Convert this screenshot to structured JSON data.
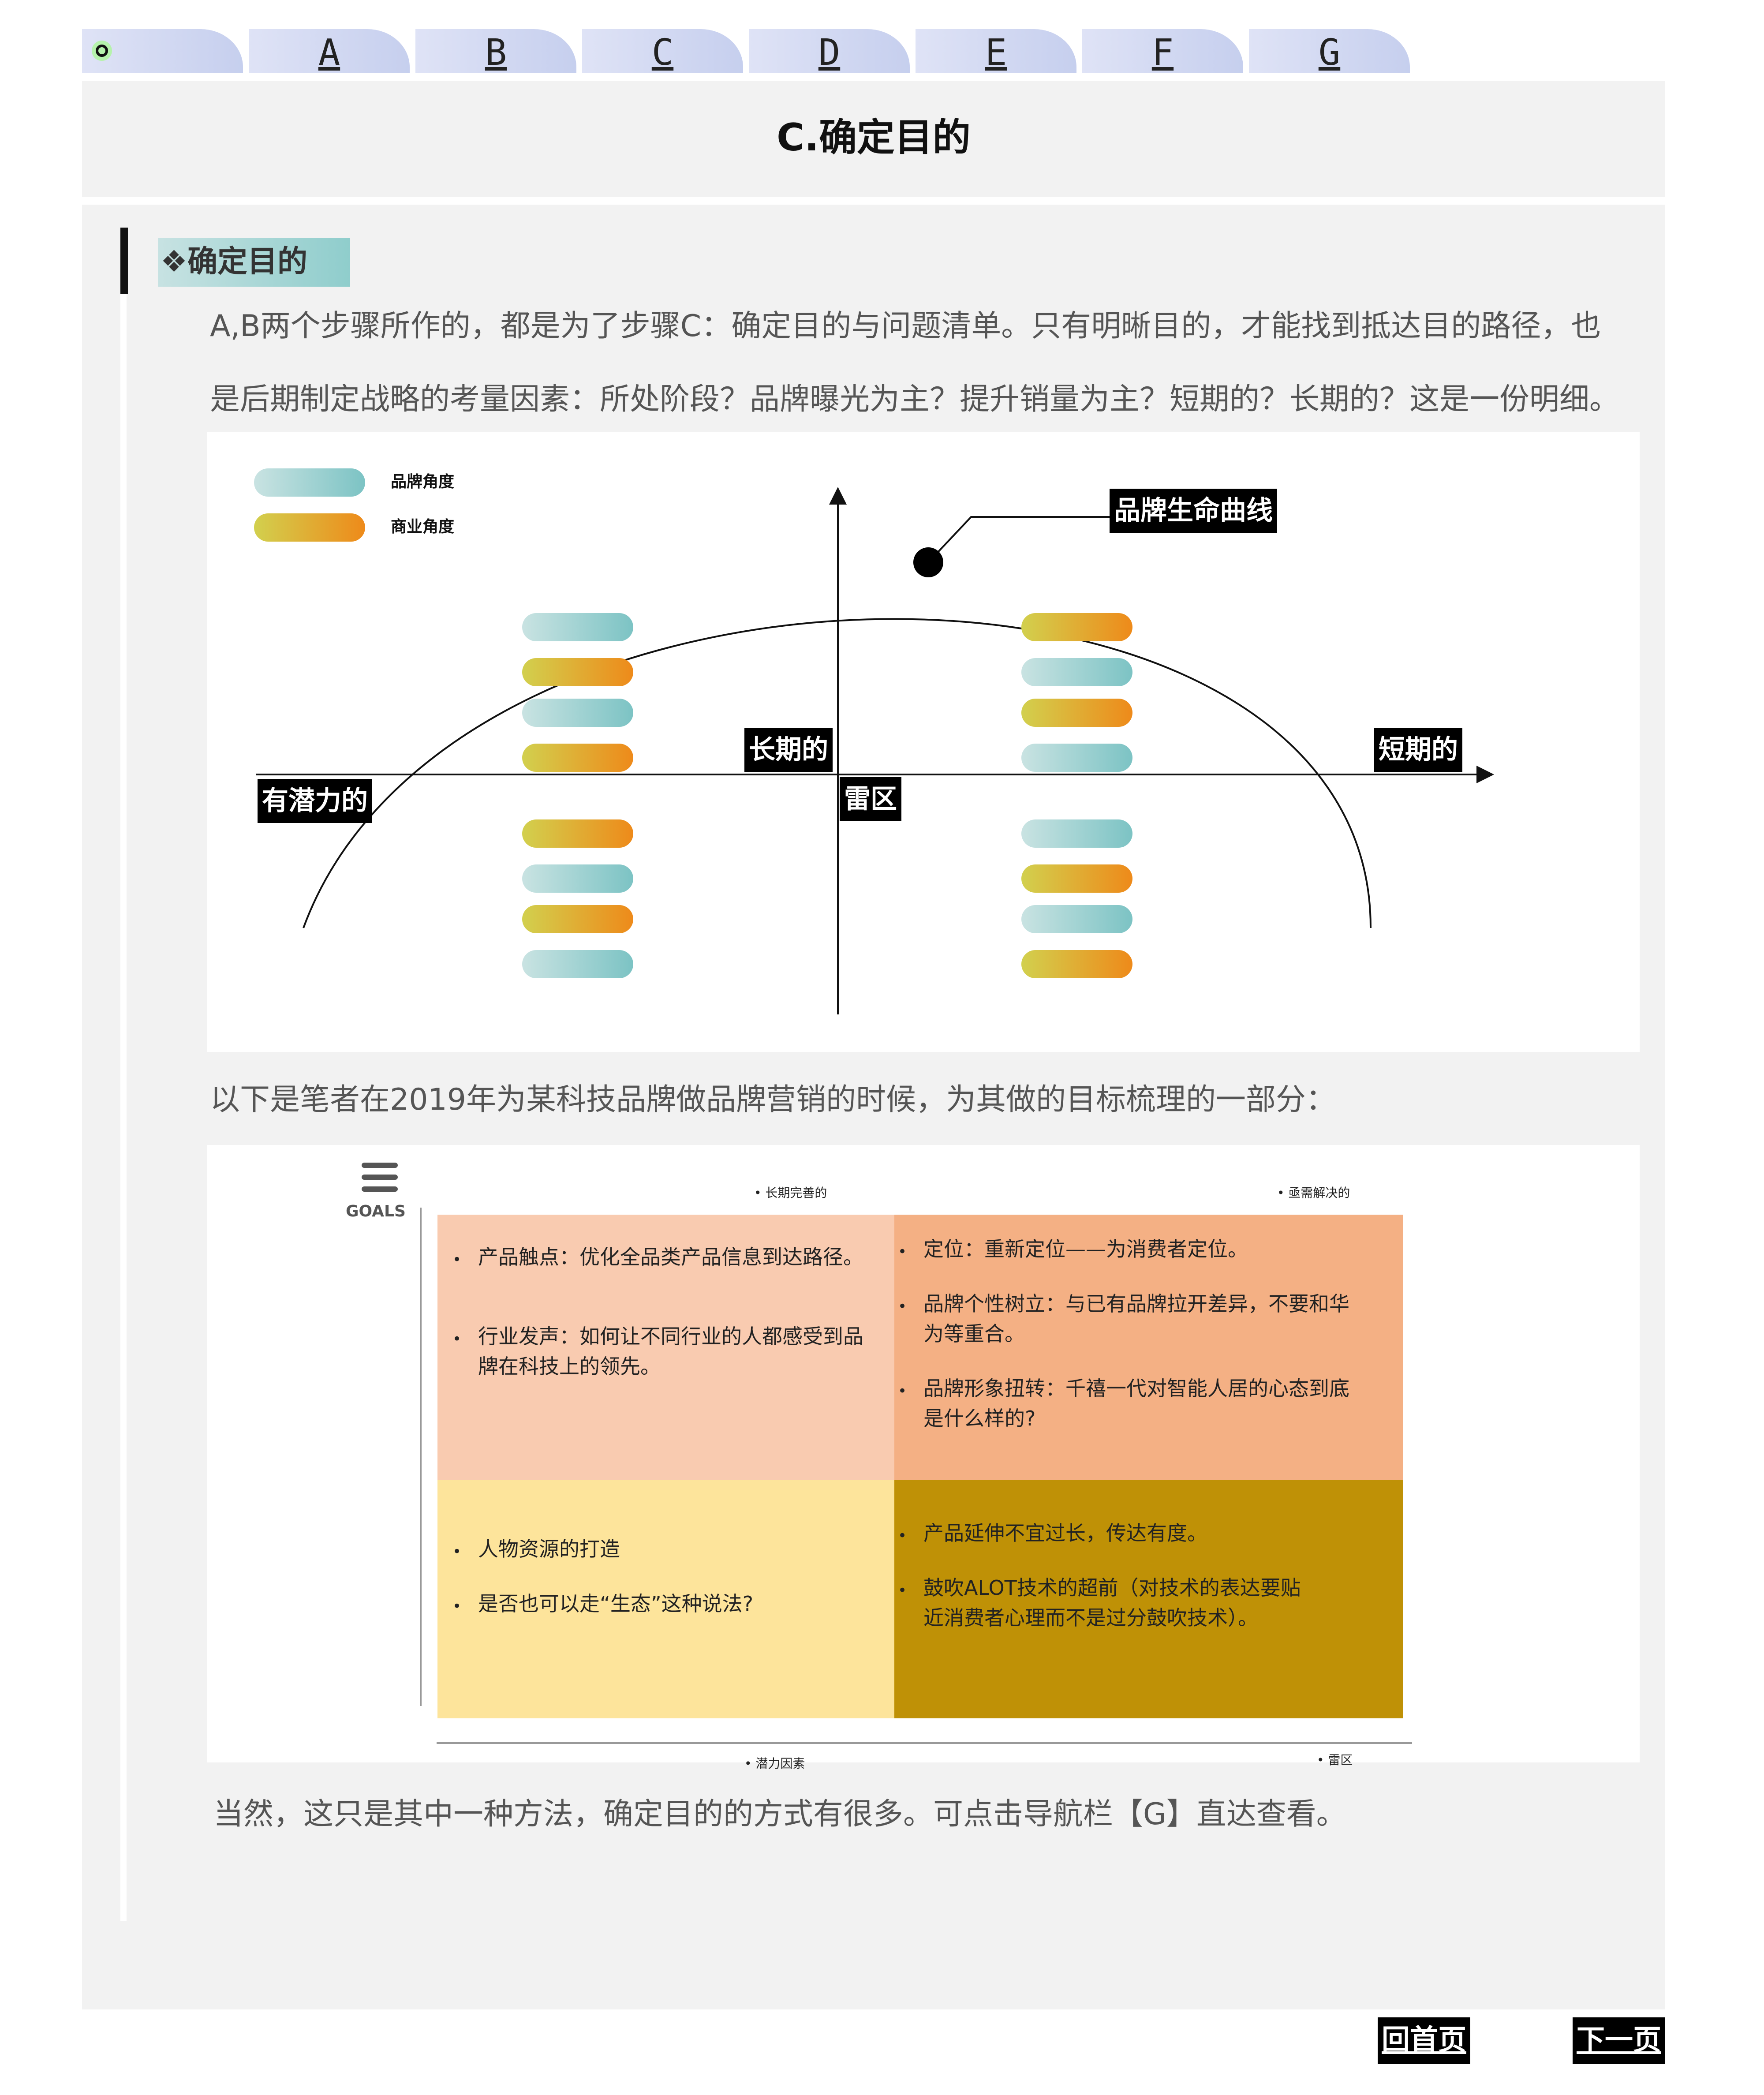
{
  "nav": {
    "home_icon": "home-dot-icon",
    "tabs": [
      "A",
      "B",
      "C",
      "D",
      "E",
      "F",
      "G"
    ]
  },
  "page_title": "C.确定目的",
  "section": {
    "tag": "❖确定目的",
    "para1_line1": "A,B两个步骤所作的，都是为了步骤C：确定目的与问题清单。只有明晰目的，才能找到抵达目的路径，也",
    "para1_line2": "是后期制定战略的考量因素：所处阶段？品牌曝光为主？提升销量为主？短期的？长期的？这是一份明细。",
    "para2": "以下是笔者在2019年为某科技品牌做品牌营销的时候，为其做的目标梳理的一部分：",
    "para3": "当然，这只是其中一种方法，确定目的的方式有很多。可点击导航栏【G】直达查看。"
  },
  "diagram": {
    "legend": [
      {
        "label": "品牌角度",
        "kind": "brand"
      },
      {
        "label": "商业角度",
        "kind": "business"
      }
    ],
    "curve_label": "品牌生命曲线",
    "axis_labels": {
      "left": "有潜力的",
      "center": "长期的",
      "right": "短期的",
      "center_below": "雷区"
    },
    "columns": [
      {
        "side": "left",
        "upper": [
          "brand",
          "business",
          "brand",
          "business"
        ],
        "lower": [
          "business",
          "brand",
          "business",
          "brand"
        ]
      },
      {
        "side": "right",
        "upper": [
          "business",
          "brand",
          "business",
          "brand"
        ],
        "lower": [
          "brand",
          "business",
          "brand",
          "business"
        ]
      }
    ],
    "colors": {
      "brand_start": "#c9e3e2",
      "brand_end": "#7cc3c4",
      "business_start": "#d2d04e",
      "business_end": "#ee8a1a"
    }
  },
  "goals": {
    "icon": "menu-lines-icon",
    "title": "GOALS",
    "top_left_label": "长期完善的",
    "top_right_label": "亟需解决的",
    "bottom_left_label": "潜力因素",
    "bottom_right_label": "雷区",
    "quadrants": {
      "top_left": {
        "color": "#f9cbb0",
        "items": [
          "产品触点：优化全品类产品信息到达路径。",
          "行业发声：如何让不同行业的人都感受到品牌在科技上的领先。"
        ]
      },
      "top_right": {
        "color": "#f4b084",
        "items": [
          "定位：重新定位——为消费者定位。",
          "品牌个性树立：与已有品牌拉开差异，不要和华为等重合。",
          "品牌形象扭转：千禧一代对智能人居的心态到底是什么样的?"
        ]
      },
      "bottom_left": {
        "color": "#fde49b",
        "items": [
          "人物资源的打造",
          "是否也可以走“生态”这种说法?"
        ]
      },
      "bottom_right": {
        "color": "#bf9106",
        "items": [
          "产品延伸不宜过长，传达有度。",
          "鼓吹ALOT技术的超前（对技术的表达要贴近消费者心理而不是过分鼓吹技术）。"
        ]
      }
    }
  },
  "footer": {
    "home_button": "回首页",
    "next_button": "下一页"
  }
}
